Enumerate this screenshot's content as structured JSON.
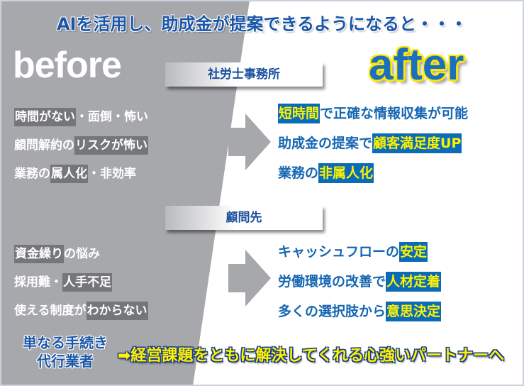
{
  "title": "AIを活用し、助成金が提案できるようになると・・・",
  "before": "before",
  "after": "after",
  "sections": [
    {
      "label": "社労士事務所",
      "before": [
        [
          {
            "t": "時間がない",
            "hl": true
          },
          {
            "t": "・面倒・怖い",
            "hl": false
          }
        ],
        [
          {
            "t": "顧問解約の",
            "hl": false
          },
          {
            "t": "リスクが怖い",
            "hl": true
          }
        ],
        [
          {
            "t": "業務の",
            "hl": false
          },
          {
            "t": "属人化",
            "hl": true
          },
          {
            "t": "・非効率",
            "hl": false
          }
        ]
      ],
      "after": [
        [
          {
            "t": "短時間",
            "hl": true
          },
          {
            "t": "で正確な情報収集が可能",
            "hl": false
          }
        ],
        [
          {
            "t": "助成金の提案で",
            "hl": false
          },
          {
            "t": "顧客満足度UP",
            "hl": true
          }
        ],
        [
          {
            "t": "業務の",
            "hl": false
          },
          {
            "t": "非属人化",
            "hl": true
          }
        ]
      ]
    },
    {
      "label": "顧問先",
      "before": [
        [
          {
            "t": "資金繰り",
            "hl": true
          },
          {
            "t": "の悩み",
            "hl": false
          }
        ],
        [
          {
            "t": "採用難・",
            "hl": false
          },
          {
            "t": "人手不足",
            "hl": true
          }
        ],
        [
          {
            "t": "使える制度が",
            "hl": false
          },
          {
            "t": "わからない",
            "hl": true
          }
        ]
      ],
      "after": [
        [
          {
            "t": "キャッシュフローの",
            "hl": false
          },
          {
            "t": "安定",
            "hl": true
          }
        ],
        [
          {
            "t": "労働環境の改善で",
            "hl": false
          },
          {
            "t": "人材定着",
            "hl": true
          }
        ],
        [
          {
            "t": "多くの選択肢から",
            "hl": false
          },
          {
            "t": "意思決定",
            "hl": true
          }
        ]
      ]
    }
  ],
  "bottom": {
    "from_line1": "単なる手続き",
    "from_line2": "代行業者",
    "to": "➡経営課題をともに解決してくれる心強いパートナーへ"
  },
  "colors": {
    "gray": "#a7a8ac",
    "blue": "#0a6cb8",
    "yellow": "#fff200"
  }
}
